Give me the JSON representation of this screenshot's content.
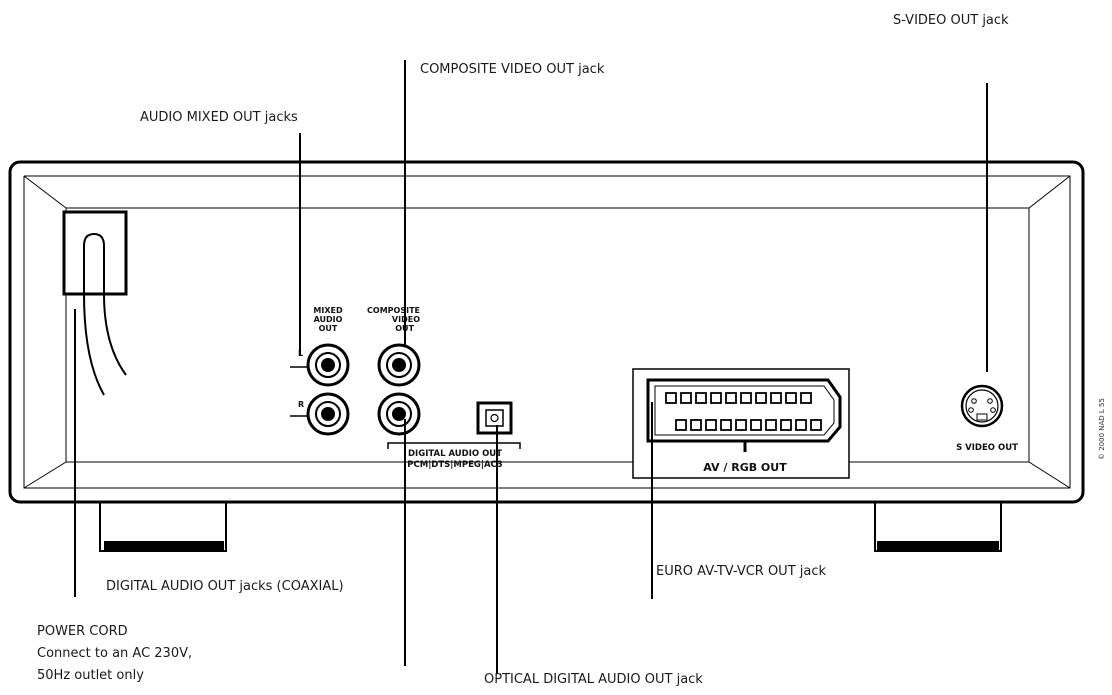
{
  "callouts": {
    "s_video": "S-VIDEO OUT jack",
    "composite": "COMPOSITE VIDEO OUT jack",
    "audio_mixed": "AUDIO MIXED OUT jacks",
    "coaxial": "DIGITAL AUDIO OUT jacks (COAXIAL)",
    "euro": "EURO AV-TV-VCR OUT jack",
    "power_line1": "POWER CORD",
    "power_line2": "Connect to an AC 230V,",
    "power_line3": "50Hz outlet only",
    "optical": "OPTICAL DIGITAL AUDIO OUT jack"
  },
  "panel_labels": {
    "mixed_1": "MIXED",
    "mixed_2": "AUDIO",
    "mixed_3": "OUT",
    "composite_1": "COMPOSITE",
    "composite_2": "VIDEO",
    "composite_3": "OUT",
    "left": "L",
    "right": "R",
    "digital_1": "DIGITAL AUDIO OUT",
    "digital_2": "PCM|DTS|MPEG|AC3",
    "av_rgb": "AV / RGB OUT",
    "svideo": "S VIDEO OUT"
  },
  "copyright": "© 2000 NAD L 55"
}
